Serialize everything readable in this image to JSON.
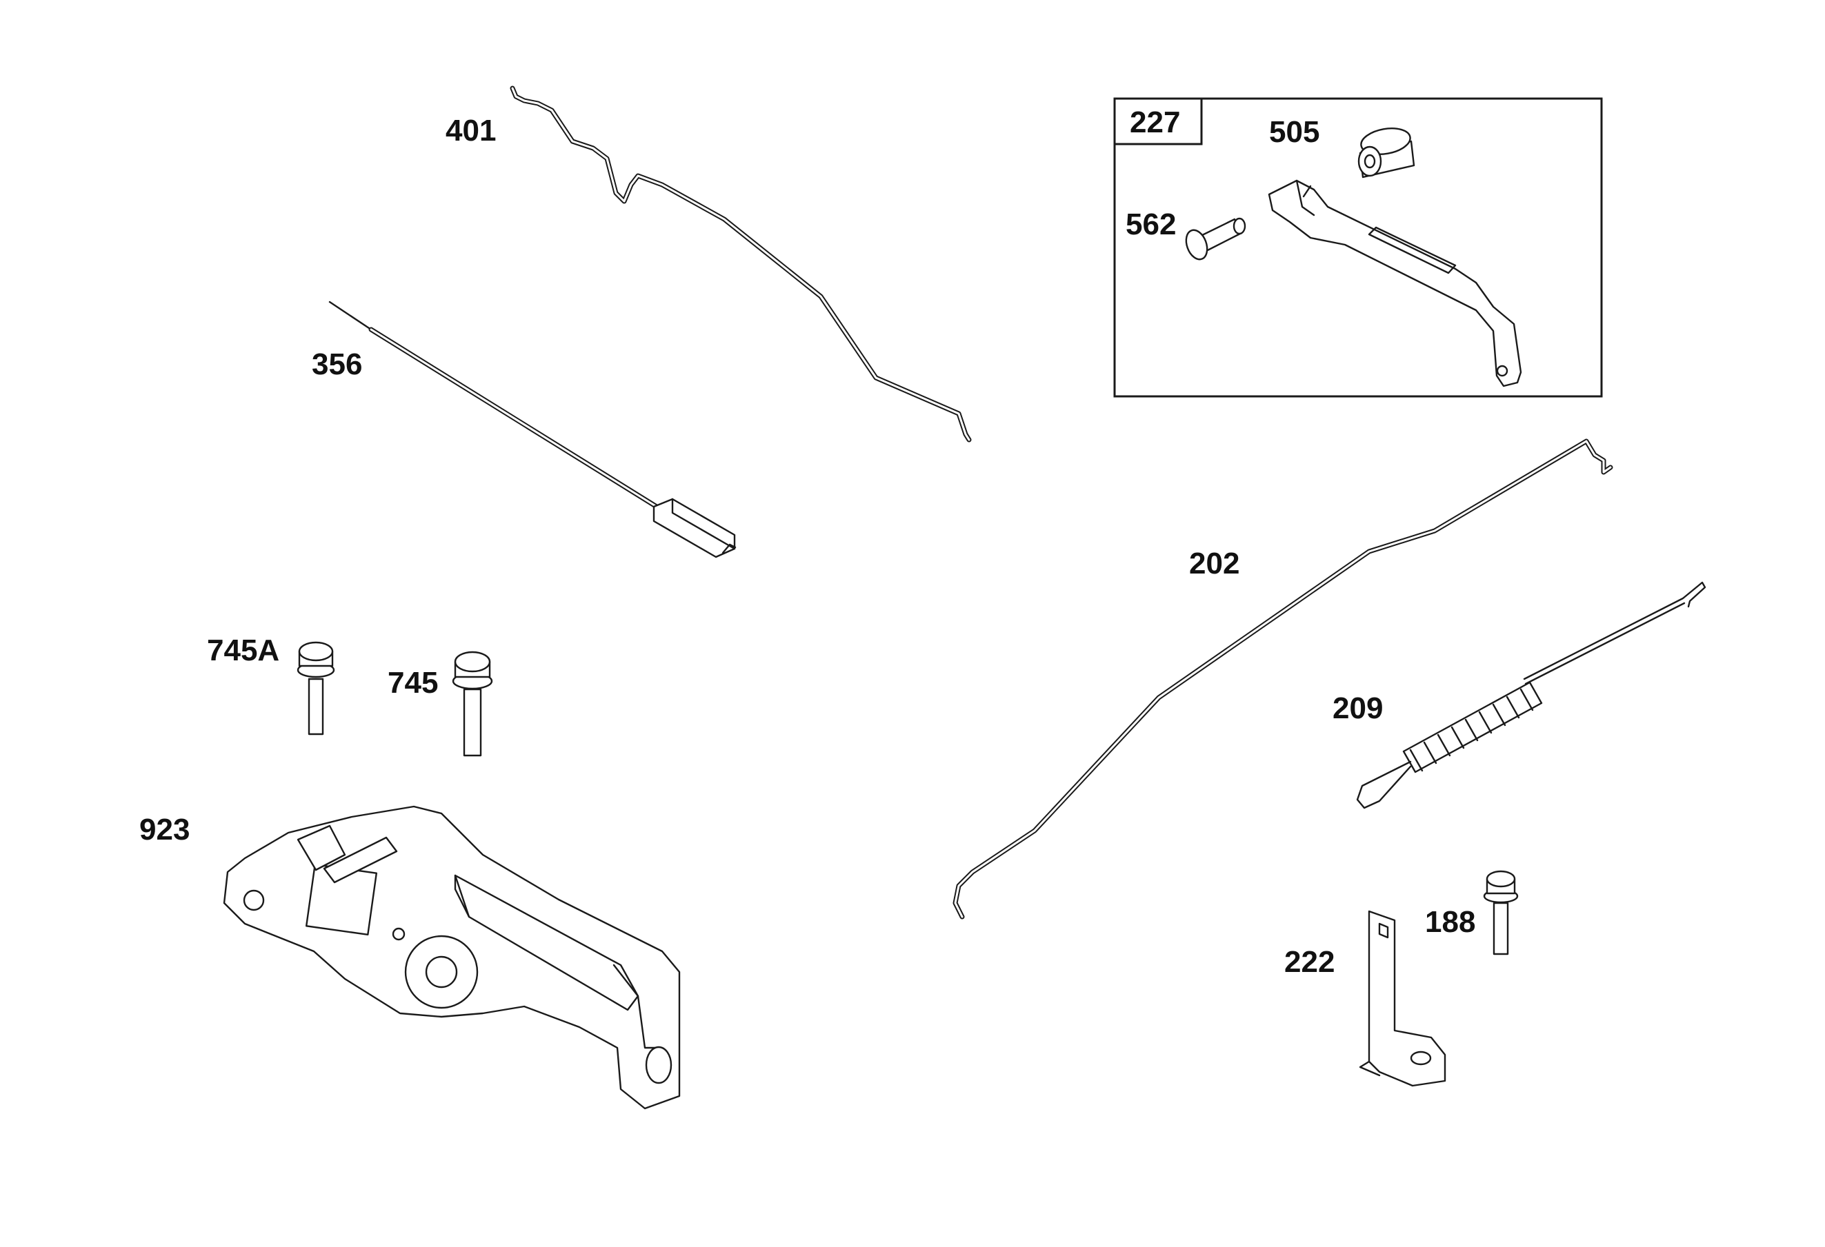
{
  "callouts": {
    "c401": "401",
    "c356": "356",
    "c227": "227",
    "c505": "505",
    "c562": "562",
    "c202": "202",
    "c209": "209",
    "c745A": "745A",
    "c745": "745",
    "c923": "923",
    "c188": "188",
    "c222": "222"
  }
}
